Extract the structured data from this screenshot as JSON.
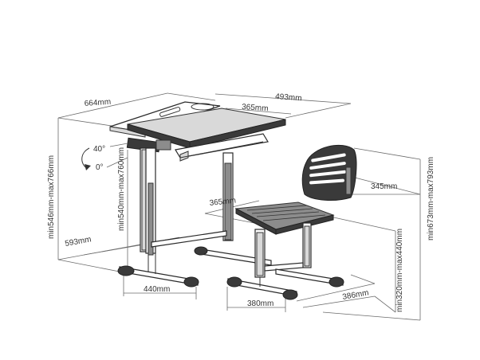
{
  "dimensions": {
    "desk_width": "664mm",
    "desk_depth": "493mm",
    "desk_top_front": "365mm",
    "tilt_max": "40°",
    "tilt_min": "0°",
    "desk_height_total": "min546mm-max766mm",
    "desk_height_inner": "min540mm-max760mm",
    "desk_base_depth": "593mm",
    "desk_base_width": "440mm",
    "chair_seat_width": "365mm",
    "chair_backrest_width": "345mm",
    "chair_base_width": "380mm",
    "chair_base_depth": "386mm",
    "chair_seat_height": "min320mm-max440mm",
    "chair_total_height": "min673mm-max793mm"
  },
  "colors": {
    "line": "#2a2a2a",
    "frame_dark": "#3a3a3a",
    "seat_grey": "#8c8c8c",
    "dimension_line": "#6b6b6b"
  }
}
